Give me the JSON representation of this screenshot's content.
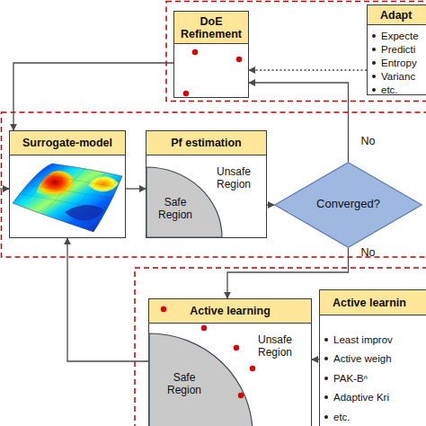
{
  "diagram": {
    "nodes": [
      {
        "text": [
          "DoE Refinement"
        ]
      },
      {
        "text": [
          "Adapt",
          "Expecte",
          "Predicti",
          "Entropy",
          "Varianc",
          "etc."
        ]
      },
      {
        "text": [
          "Surrogate-model"
        ]
      },
      {
        "text": [
          "Pf estimation",
          "Unsafe Region"
        ]
      },
      {
        "text": [
          "Safe Region"
        ],
        "in": 3
      },
      {
        "text": [
          "Converged?"
        ]
      },
      {
        "text": [
          "Active learning",
          "Unsafe Region"
        ]
      },
      {
        "text": [
          "Safe Region"
        ],
        "in": 6
      },
      {
        "text": [
          "Active learnin",
          "Least improv",
          "Active weigh",
          "PAK-Bⁿ",
          "Adaptive Kri",
          "etc."
        ]
      }
    ],
    "edges": [
      {
        "from": 0,
        "to": 2,
        "arrow": "to"
      },
      {
        "from": 1,
        "to": 0,
        "arrow": "to"
      },
      {
        "from": 2,
        "to": 3,
        "arrow": "to"
      },
      {
        "from": 3,
        "to": 5,
        "arrow": "to"
      },
      {
        "from": 5,
        "to": 0,
        "label": "No",
        "arrow": "to"
      },
      {
        "from": 5,
        "to": 6,
        "label": "No",
        "arrow": "to"
      },
      {
        "from": 6,
        "to": 2,
        "arrow": "to"
      },
      {
        "from": 8,
        "to": 6,
        "arrow": "to"
      }
    ]
  }
}
